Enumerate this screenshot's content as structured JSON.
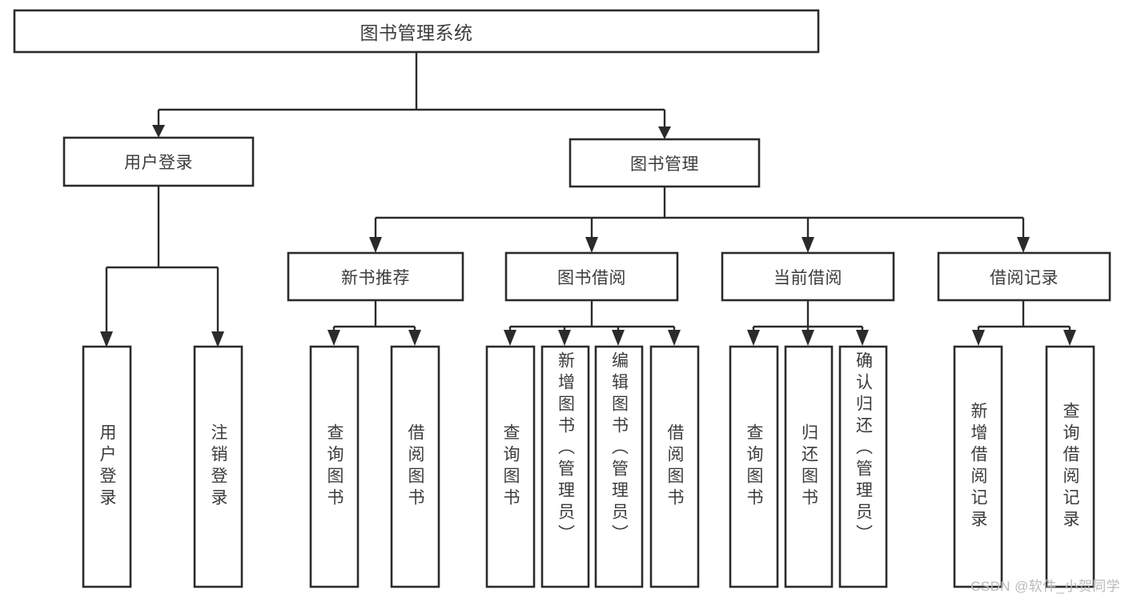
{
  "diagram": {
    "type": "tree",
    "title": "图书管理系统",
    "root": {
      "label": "图书管理系统"
    },
    "level2": [
      {
        "label": "用户登录"
      },
      {
        "label": "图书管理"
      }
    ],
    "level3": [
      {
        "label": "新书推荐"
      },
      {
        "label": "图书借阅"
      },
      {
        "label": "当前借阅"
      },
      {
        "label": "借阅记录"
      }
    ],
    "leaves": {
      "user_login": [
        {
          "label": "用户登录"
        },
        {
          "label": "注销登录"
        }
      ],
      "new_book_recommend": [
        {
          "label": "查询图书"
        },
        {
          "label": "借阅图书"
        }
      ],
      "book_borrow": [
        {
          "label": "查询图书"
        },
        {
          "label": "新增图书（管理员）"
        },
        {
          "label": "编辑图书（管理员）"
        },
        {
          "label": "借阅图书"
        }
      ],
      "current_borrow": [
        {
          "label": "查询图书"
        },
        {
          "label": "归还图书"
        },
        {
          "label": "确认归还（管理员）"
        }
      ],
      "borrow_record": [
        {
          "label": "新增借阅记录"
        },
        {
          "label": "查询借阅记录"
        }
      ]
    }
  },
  "watermark": {
    "text": "CSDN @软件_小贺同学"
  },
  "colors": {
    "stroke": "#2b2b2b",
    "text": "#3c3c3c",
    "background": "#ffffff",
    "watermark": "#b9b9b9"
  }
}
